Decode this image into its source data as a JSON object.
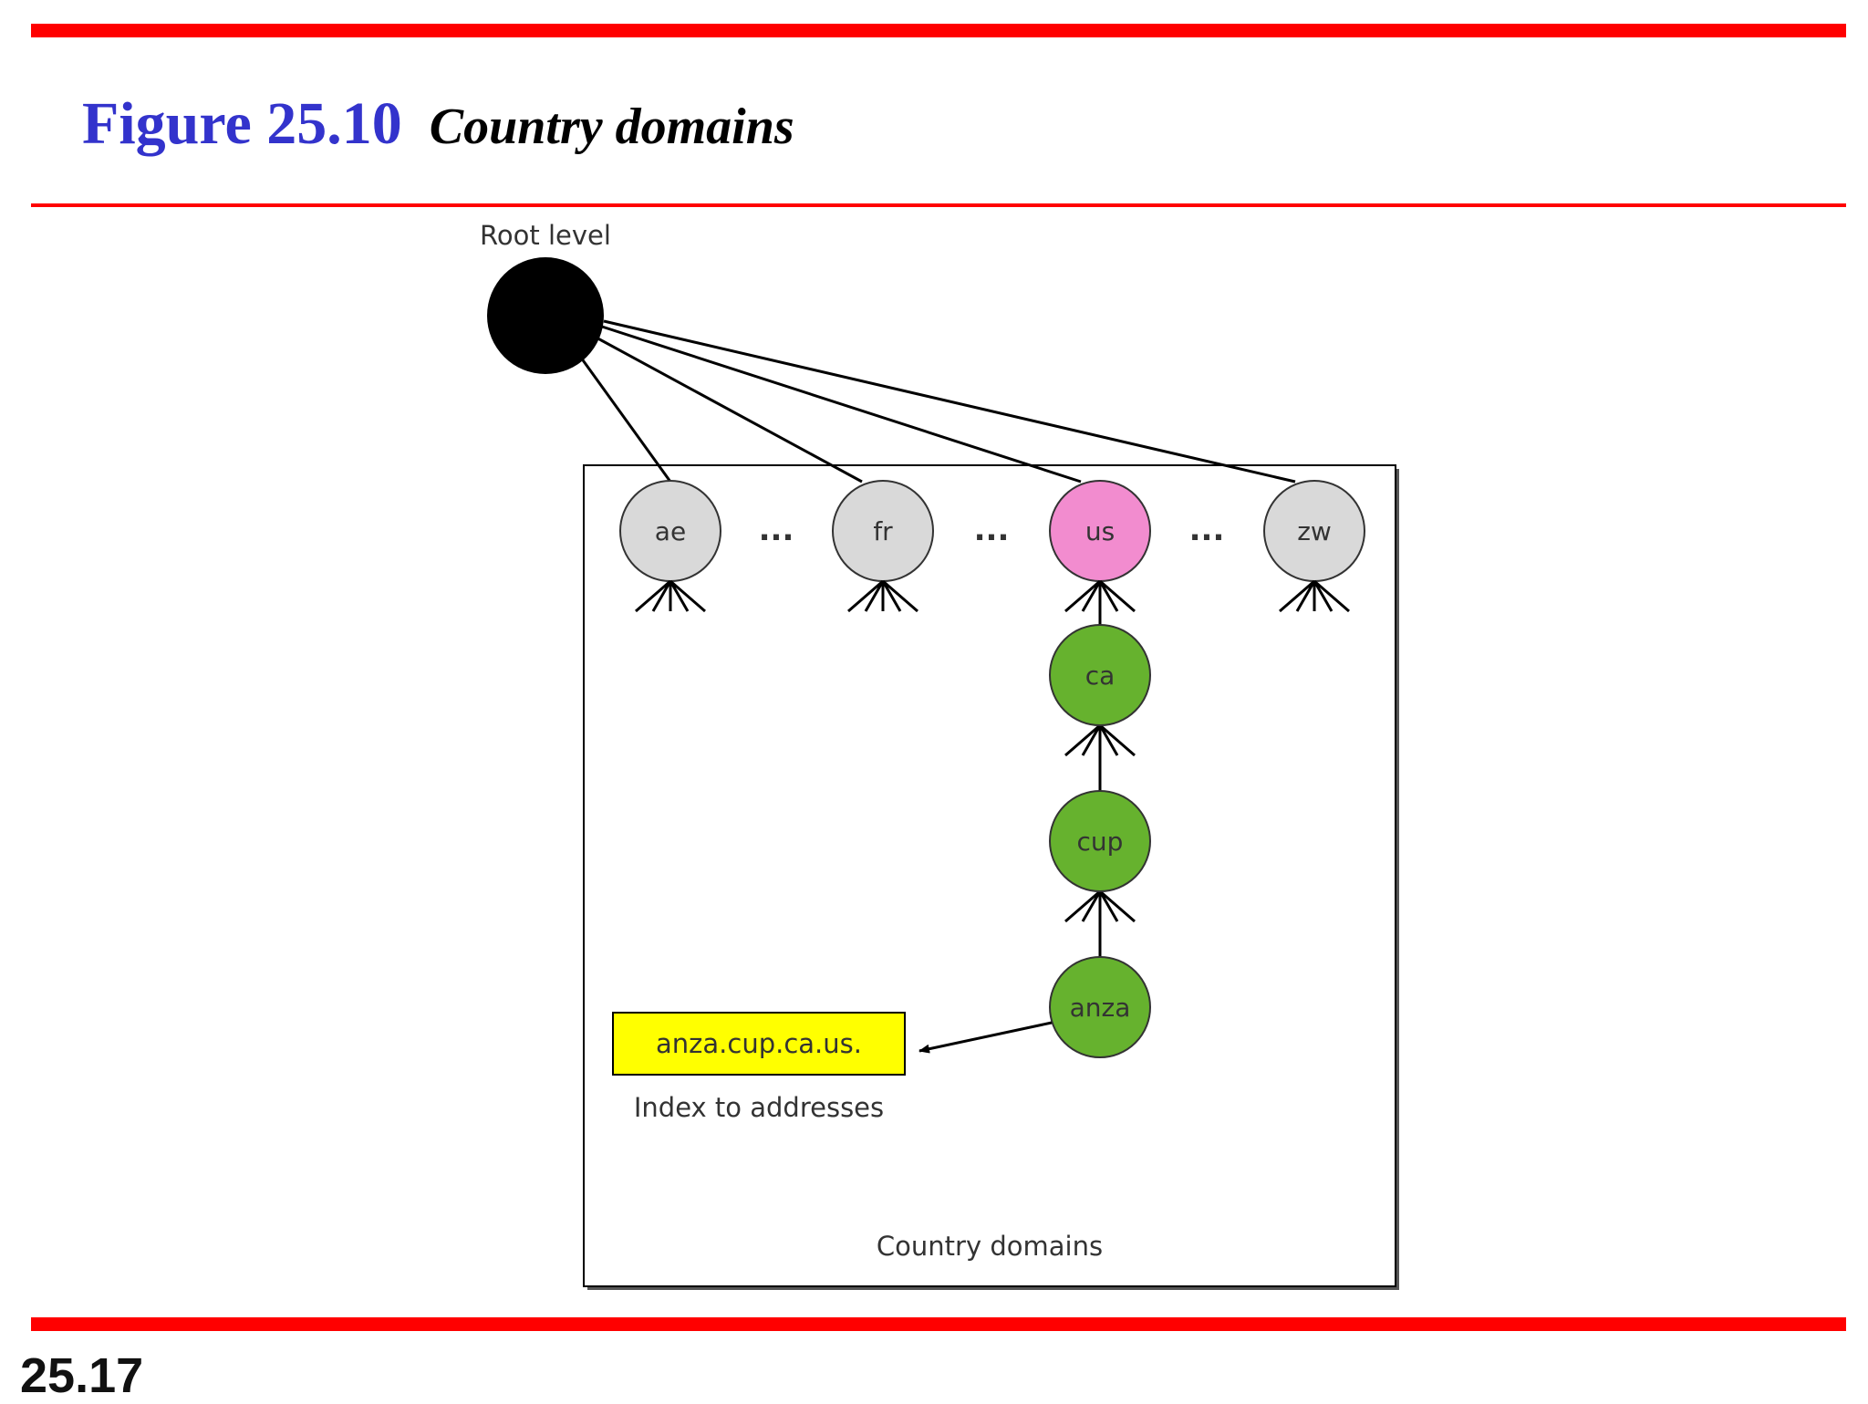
{
  "slide": {
    "figure_number": "Figure 25.10",
    "figure_title": "Country domains",
    "page_number": "25.17"
  },
  "diagram": {
    "root_label": "Root level",
    "nodes": {
      "ae": "ae",
      "fr": "fr",
      "us": "us",
      "zw": "zw",
      "ca": "ca",
      "cup": "cup",
      "anza": "anza"
    },
    "ellipsis": "...",
    "index_box_text": "anza.cup.ca.us.",
    "index_caption": "Index to addresses",
    "box_caption": "Country domains"
  },
  "colors": {
    "accent_bar": "#ff0000",
    "figure_number": "#3333cc",
    "root_node": "#000000",
    "country_node": "#d9d9d9",
    "us_node": "#f28ccf",
    "path_node": "#66b22e",
    "index_box": "#ffff00"
  }
}
